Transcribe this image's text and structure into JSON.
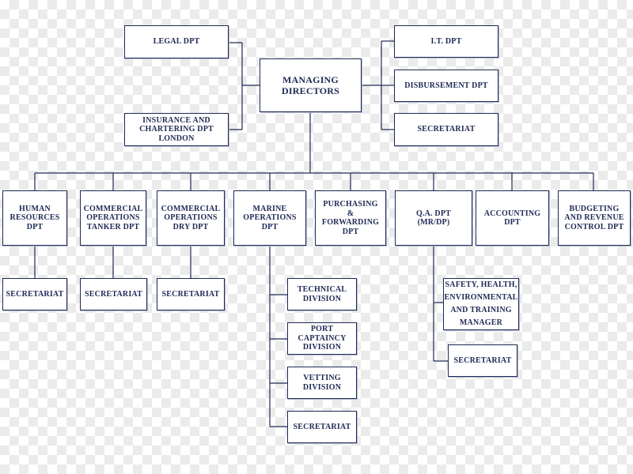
{
  "root": {
    "label": "MANAGING\nDIRECTORS"
  },
  "left_units": {
    "legal": "LEGAL DPT",
    "insurance": "INSURANCE AND\nCHARTERING DPT\nLONDON"
  },
  "right_units": {
    "it": "I.T. DPT",
    "disbursement": "DISBURSEMENT DPT",
    "secretariat": "SECRETARIAT"
  },
  "departments": [
    {
      "label": "HUMAN\nRESOURCES\nDPT"
    },
    {
      "label": "COMMERCIAL\nOPERATIONS\nTANKER DPT"
    },
    {
      "label": "COMMERCIAL\nOPERATIONS\nDRY DPT"
    },
    {
      "label": "MARINE\nOPERATIONS\nDPT"
    },
    {
      "label": "PURCHASING\n&\nFORWARDING\nDPT"
    },
    {
      "label": "Q.A. DPT\n(MR/DP)"
    },
    {
      "label": "ACCOUNTING\nDPT"
    },
    {
      "label": "BUDGETING\nAND REVENUE\nCONTROL DPT"
    }
  ],
  "dept_secretariats": {
    "hr": "SECRETARIAT",
    "tanker": "SECRETARIAT",
    "dry": "SECRETARIAT"
  },
  "marine_divisions": [
    {
      "label": "TECHNICAL\nDIVISION"
    },
    {
      "label": "PORT\nCAPTAINCY\nDIVISION"
    },
    {
      "label": "VETTING\nDIVISION"
    },
    {
      "label": "SECRETARIAT"
    }
  ],
  "qa_units": [
    {
      "label": "SAFETY, HEALTH,\nENVIRONMENTAL\nAND TRAINING\nMANAGER"
    },
    {
      "label": "SECRETARIAT"
    }
  ],
  "colors": {
    "line": "#1f2a55",
    "text": "#1f2a55"
  }
}
